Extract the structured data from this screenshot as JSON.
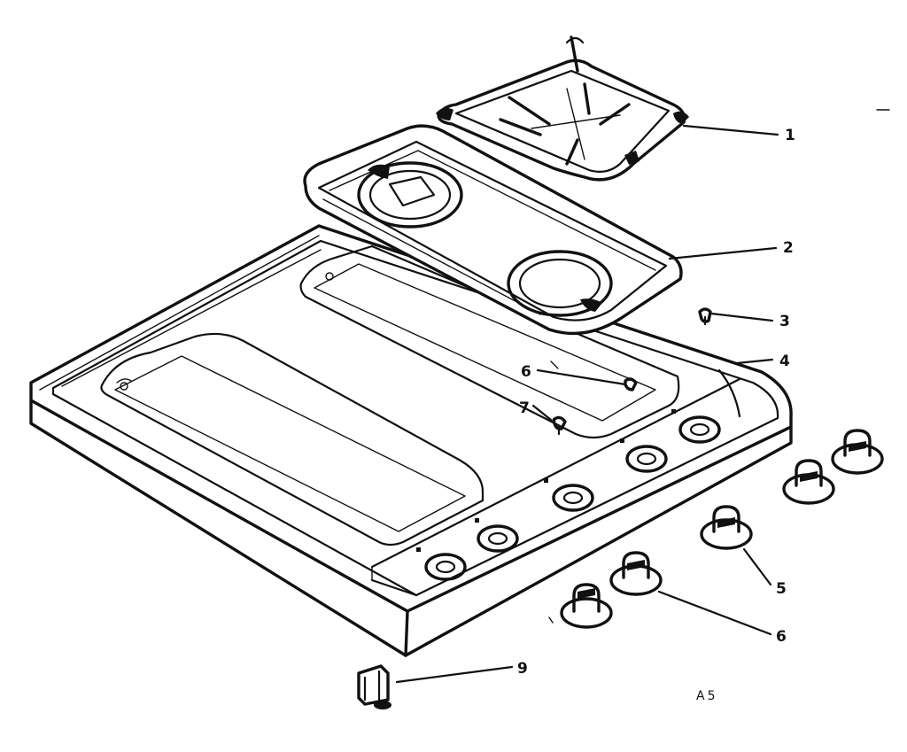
{
  "callouts": [
    {
      "id": "1",
      "label": "1",
      "part": "grate"
    },
    {
      "id": "2",
      "label": "2",
      "part": "burner-tray"
    },
    {
      "id": "3",
      "label": "3",
      "part": "screw"
    },
    {
      "id": "4",
      "label": "4",
      "part": "cooktop-frame"
    },
    {
      "id": "5",
      "label": "5",
      "part": "knob"
    },
    {
      "id": "6a",
      "label": "6",
      "part": "knob"
    },
    {
      "id": "6b",
      "label": "6",
      "part": "screw"
    },
    {
      "id": "7",
      "label": "7",
      "part": "screw"
    },
    {
      "id": "9",
      "label": "9",
      "part": "clip"
    }
  ],
  "drawing_mark": "A5"
}
